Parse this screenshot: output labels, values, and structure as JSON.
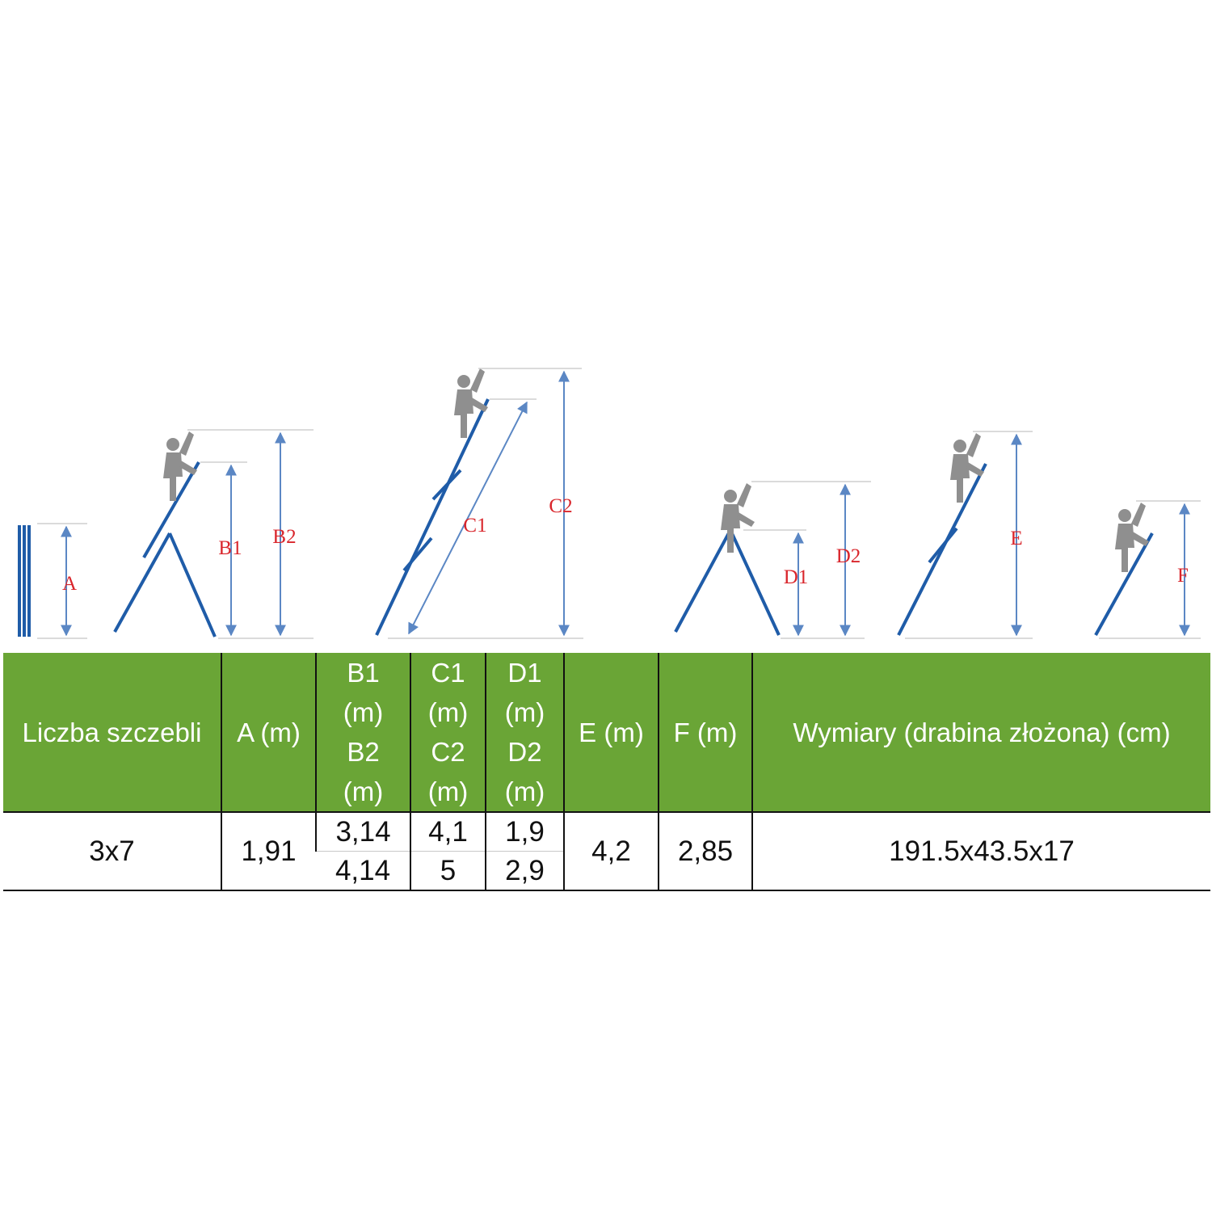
{
  "diagram": {
    "labels": {
      "a": "A",
      "b1": "B1",
      "b2": "B2",
      "c1": "C1",
      "c2": "C2",
      "d1": "D1",
      "d2": "D2",
      "e": "E",
      "f": "F"
    },
    "colors": {
      "ladder": "#1f5ca8",
      "dimension": "#5b87c4",
      "label": "#d9262c",
      "person": "#8f8f8f"
    }
  },
  "table": {
    "header_color": "#6aa536",
    "headers": {
      "rungs": "Liczba szczebli",
      "a": "A (m)",
      "b1": "B1",
      "b1_unit": "(m)",
      "b2": "B2",
      "b2_unit": "(m)",
      "c1": "C1",
      "c1_unit": "(m)",
      "c2": "C2",
      "c2_unit": "(m)",
      "d1": "D1",
      "d1_unit": "(m)",
      "d2": "D2",
      "d2_unit": "(m)",
      "e": "E (m)",
      "f": "F (m)",
      "dims": "Wymiary (drabina złożona) (cm)"
    },
    "row": {
      "rungs": "3x7",
      "a": "1,91",
      "b1": "3,14",
      "b2": "4,14",
      "c1": "4,1",
      "c2": "5",
      "d1": "1,9",
      "d2": "2,9",
      "e": "4,2",
      "f": "2,85",
      "dims": "191.5x43.5x17"
    }
  }
}
